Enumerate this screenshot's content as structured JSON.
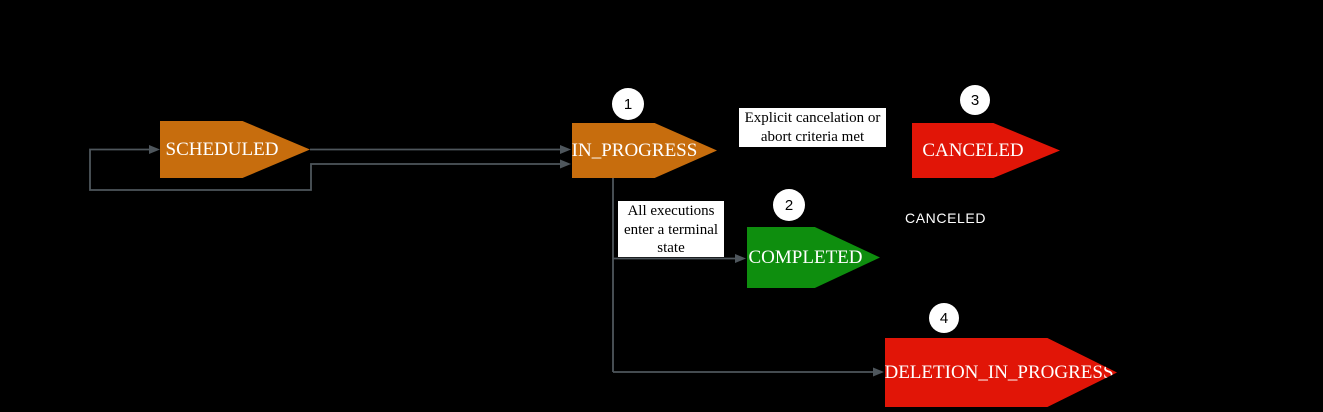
{
  "diagram": {
    "states": {
      "scheduled": {
        "label": "SCHEDULED"
      },
      "in_progress": {
        "label": "IN_PROGRESS",
        "badge": "1"
      },
      "completed": {
        "label": "COMPLETED",
        "badge": "2"
      },
      "canceled": {
        "label": "CANCELED",
        "badge": "3"
      },
      "deletion_in_progress": {
        "label": "DELETION_IN_PROGRESS",
        "badge": "4"
      }
    },
    "edge_labels": {
      "cancelation": {
        "line1": "Explicit cancelation or",
        "line2": "abort criteria met"
      },
      "terminal": {
        "line1": "All executions",
        "line2": "enter a terminal",
        "line3": "state"
      }
    },
    "floating_labels": {
      "canceled_text": "CANCELED"
    },
    "colors": {
      "background": "#000000",
      "state_orange": "#C76D0D",
      "state_green": "#0E8E0E",
      "state_red": "#E11507",
      "connector_gray": "#4E565C",
      "label_box_background": "#FFFFFF",
      "label_box_text": "#000000",
      "state_text": "#FFFFFF",
      "badge_background": "#FFFFFF",
      "badge_text": "#000000"
    }
  }
}
